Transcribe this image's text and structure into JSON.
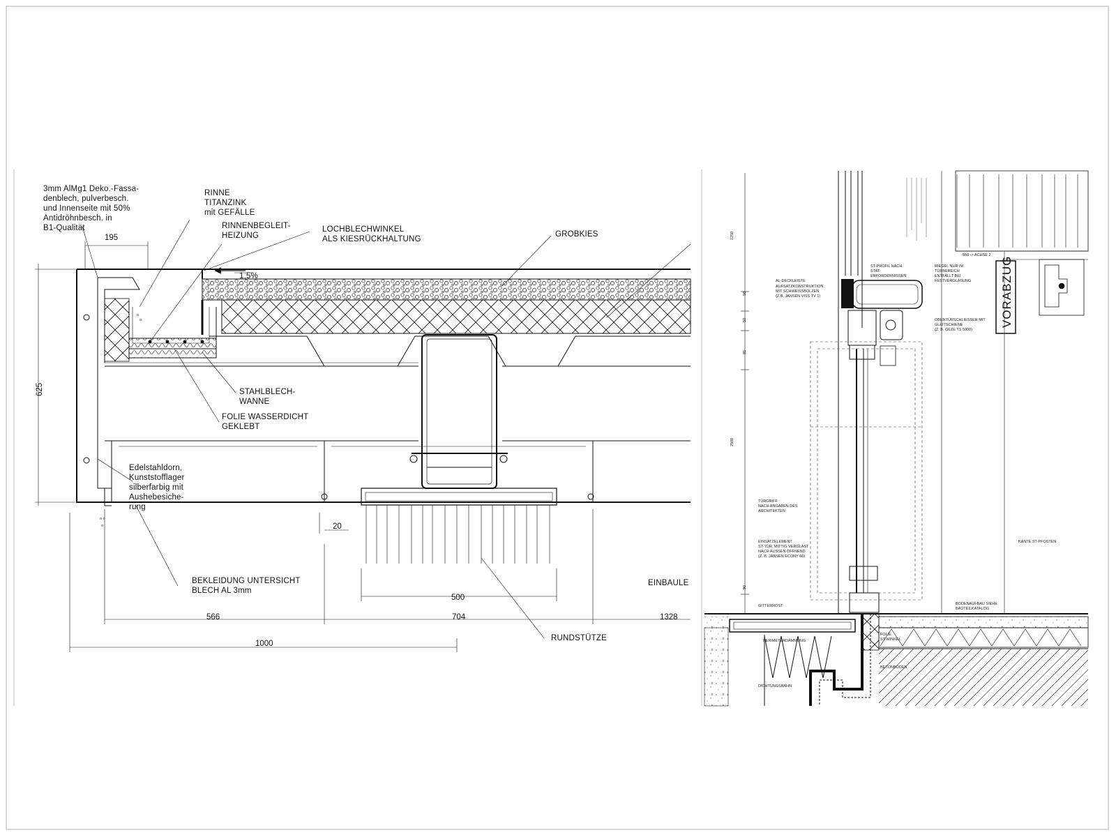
{
  "left": {
    "notes": {
      "panel": [
        "3mm AlMg1 Deko.-Fassa-",
        "denblech, pulverbesch.",
        "und Innenseite mit 50%",
        "Antidröhnbesch. in",
        "B1-Qualität"
      ],
      "rinne": [
        "RINNE",
        "TITANZINK",
        "mit GEFÄLLE"
      ],
      "heizung": [
        "RINNENBEGLEIT-",
        "HEIZUNG"
      ],
      "lochblech": [
        "LOCHBLECHWINKEL",
        "ALS KIESRÜCKHALTUNG"
      ],
      "grobkies": "GROBKIES",
      "slope": "1,5%",
      "stahlblech": [
        "STAHLBLECH-",
        "WANNE"
      ],
      "folie": [
        "FOLIE WASSERDICHT",
        "GEKLEBT"
      ],
      "edelstahl": [
        "Edelstahldorn,",
        "Kunststofflager",
        "silberfarbig mit",
        "Aushebesiche-",
        "rung"
      ],
      "bekleidung": [
        "BEKLEIDUNG UNTERSICHT",
        "BLECH AL 3mm"
      ],
      "rundstuetze": "RUNDSTÜTZE",
      "einbaule": "EINBAULE"
    },
    "dims": {
      "d195": "195",
      "d625": "625",
      "d20": "20",
      "d500": "500",
      "d566": "566",
      "d704": "704",
      "d1328": "1328",
      "d1000": "1000"
    }
  },
  "right": {
    "notes": {
      "al_deckleiste": [
        "AL-DECKLEISTE",
        "AUFSATZKONSTRUKTION",
        "MIT SCHWEISSBOLZEN",
        "(Z.B. JANSEN VISS TV 1)"
      ],
      "st_profil": [
        "ST-PROFIL NACH",
        "STAT.",
        "ERFORDERNISSEN"
      ],
      "riegel": [
        "RIEGEL NUR IM",
        "TÜRBEREICH",
        "ENTFÄLLT BEI",
        "FESTVERGLASUNG"
      ],
      "obentuer": [
        "OBENTÜRSCHLIESSER MIT",
        "GLEITSCHIENE",
        "(Z. B. GEZE TS 5000)"
      ],
      "tuergriff": [
        "TÜRGRIFF",
        "NACH ANGABEN DES",
        "ARCHITEKTEN"
      ],
      "einsatz": [
        "EINSATZELEMENT",
        "ST-TÜR, MITTIG VERGLAST",
        "NACH AUSSEN ÖFFNEND",
        "(Z. B. JANSEN ECONY 60)"
      ],
      "kante": "KANTE ST-PFOSTEN",
      "gitterrost": "GITTERROST",
      "bodenaufbau": [
        "BODENAUFBAU SIEHE",
        "BAUTEILKATALOG"
      ],
      "perimeter": "PERIMETERDÄMMUNG",
      "folie_st": [
        "FOLIE",
        "ST-WINKEL"
      ],
      "dichtung": "DICHTUNGSBAHN",
      "betonboden": "BETONBODEN",
      "vorabzug": "VORABZUG",
      "achse": "550 -> ACHSE 2"
    },
    "dims": {
      "d1250": "1250",
      "d50a": "50",
      "d50b": "50",
      "d85": "85",
      "d2500": "2500",
      "d90": "90"
    }
  }
}
